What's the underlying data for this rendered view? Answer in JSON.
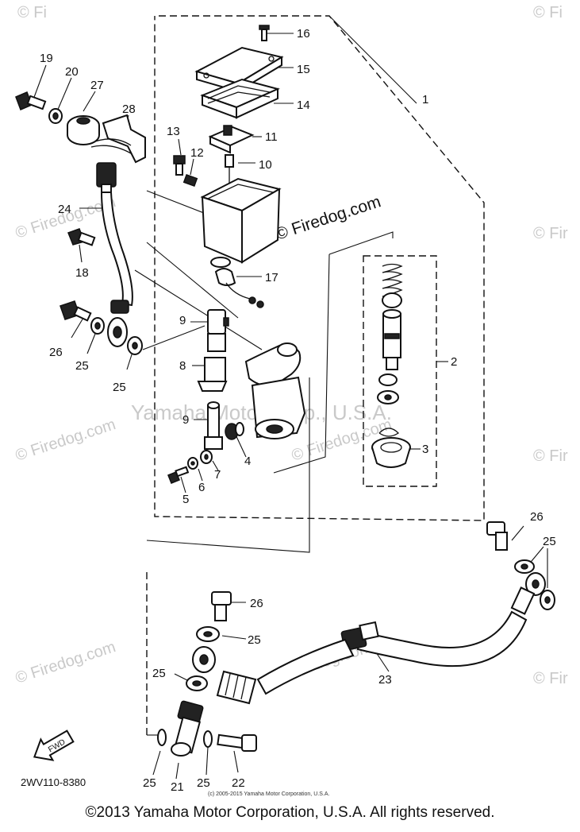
{
  "watermarks": {
    "firedog_main": "© Firedog.com",
    "firedog_top_left": "© Fi",
    "firedog_top_right": "© Fi",
    "firedog_edge_right": "© Fir",
    "firedog_left_mid": "© Firedog.com",
    "firedog_left_low": "© Firedog.com",
    "firedog_left_bottom": "© Firedog.com",
    "firedog_center_mid": "© Firedog.com",
    "firedog_center_low": "© Firedog.com",
    "firedog_right_mid": "© Fir",
    "firedog_right_low": "© Fir",
    "yamaha": "Yamaha Motor Corp., U.S.A."
  },
  "diagram_code": "2WV110-8380",
  "small_copyright": "(c) 2005-2015 Yamaha Motor Corporation, U.S.A.",
  "footer": "©2013 Yamaha Motor Corporation, U.S.A. All rights reserved.",
  "fwd_label": "FWD",
  "callouts": {
    "p1": "1",
    "p2": "2",
    "p3": "3",
    "p4": "4",
    "p5": "5",
    "p6": "6",
    "p7": "7",
    "p8": "8",
    "p9a": "9",
    "p9b": "9",
    "p10": "10",
    "p11": "11",
    "p12": "12",
    "p13": "13",
    "p14": "14",
    "p15": "15",
    "p16": "16",
    "p17": "17",
    "p18": "18",
    "p19": "19",
    "p20": "20",
    "p21": "21",
    "p22": "22",
    "p23": "23",
    "p24": "24",
    "p25a": "25",
    "p25b": "25",
    "p25c": "25",
    "p25d": "25",
    "p25e": "25",
    "p25f": "25",
    "p25g": "25",
    "p26a": "26",
    "p26b": "26",
    "p26c": "26",
    "p27": "27",
    "p28": "28"
  }
}
